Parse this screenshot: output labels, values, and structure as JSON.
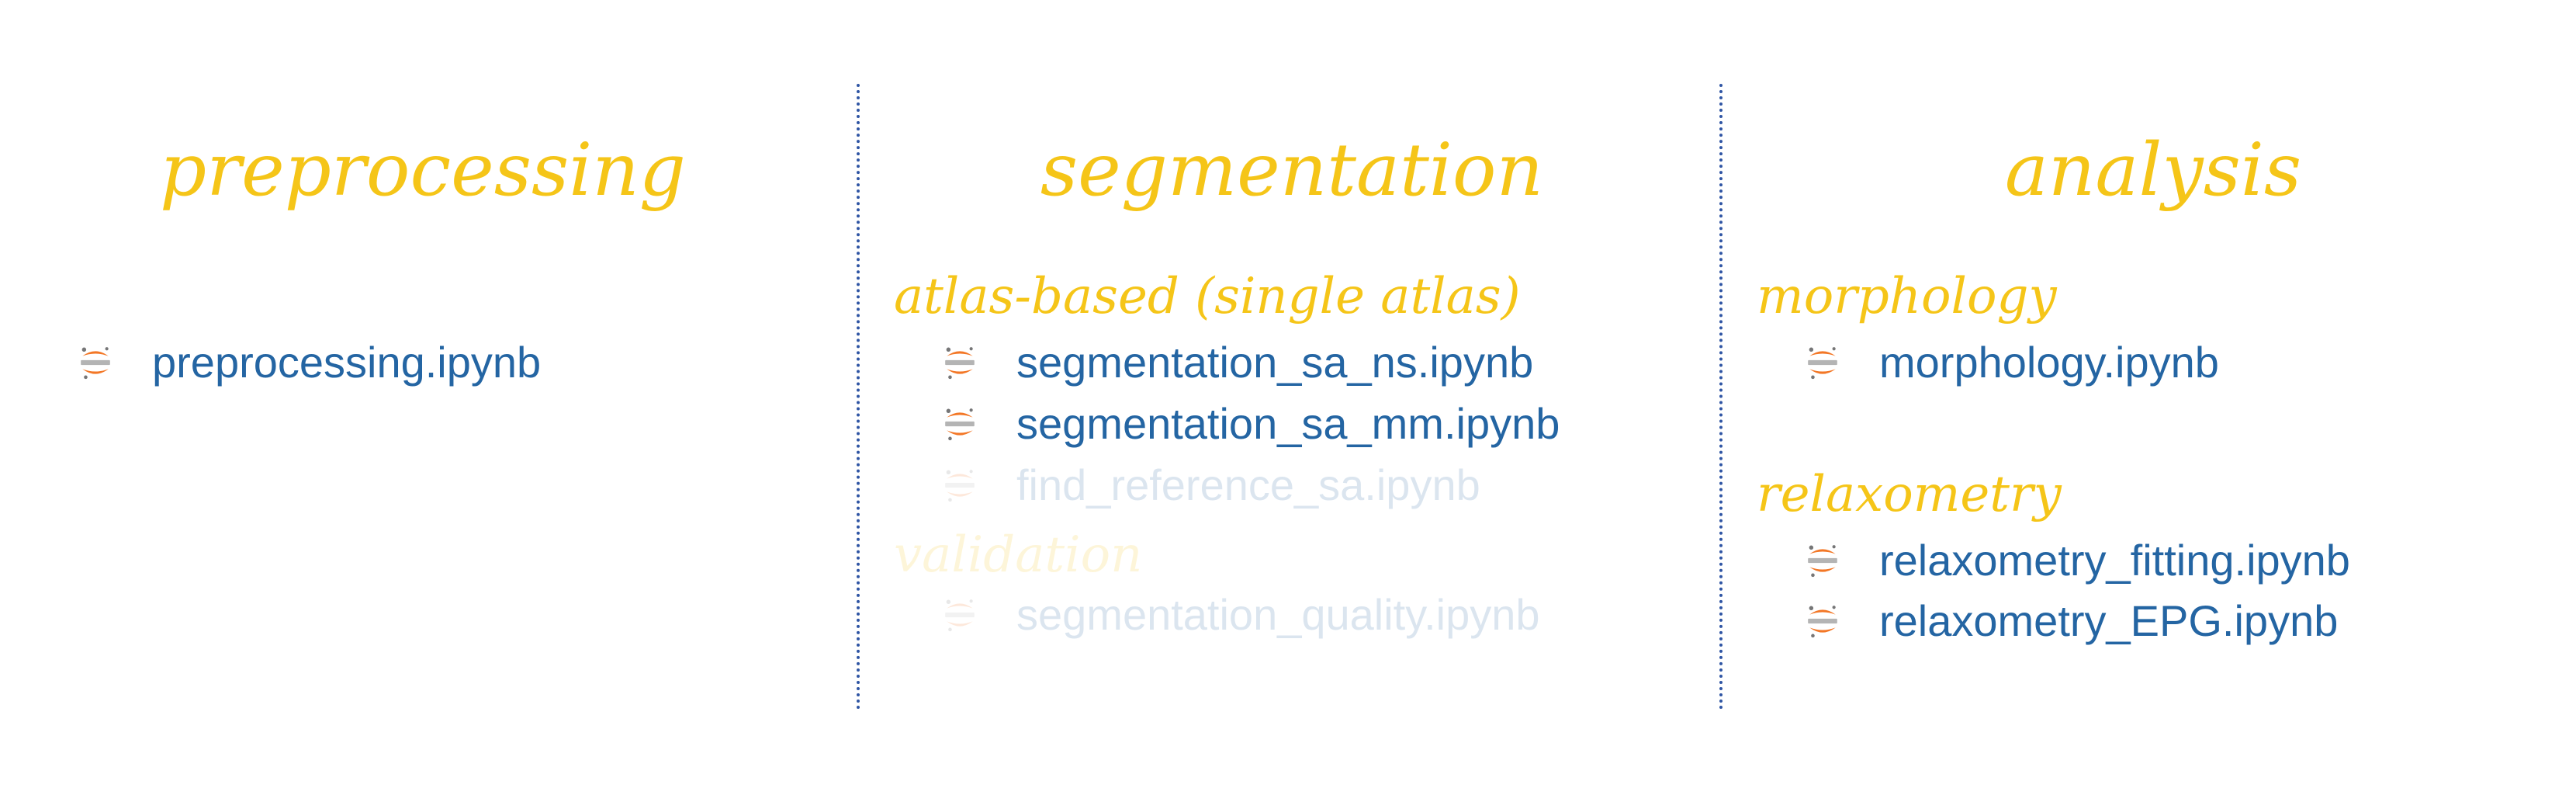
{
  "columns": [
    {
      "title": "preprocessing",
      "items": [
        "preprocessing.ipynb"
      ]
    },
    {
      "title": "segmentation",
      "groups": [
        {
          "label": "atlas-based (single atlas)",
          "items": [
            "segmentation_sa_ns.ipynb",
            "segmentation_sa_mm.ipynb",
            "find_reference_sa.ipynb"
          ]
        },
        {
          "label": "validation",
          "items": [
            "segmentation_quality.ipynb"
          ]
        }
      ]
    },
    {
      "title": "analysis",
      "groups": [
        {
          "label": "morphology",
          "items": [
            "morphology.ipynb"
          ]
        },
        {
          "label": "relaxometry",
          "items": [
            "relaxometry_fitting.ipynb",
            "relaxometry_EPG.ipynb"
          ]
        }
      ]
    }
  ],
  "icon_text": "jupyter",
  "colors": {
    "heading": "#f5c518",
    "notebook_link": "#2465a3",
    "divider": "#2f55a4",
    "icon_orange": "#f37726",
    "icon_gray": "#767677"
  },
  "icon_name": "jupyter-icon"
}
